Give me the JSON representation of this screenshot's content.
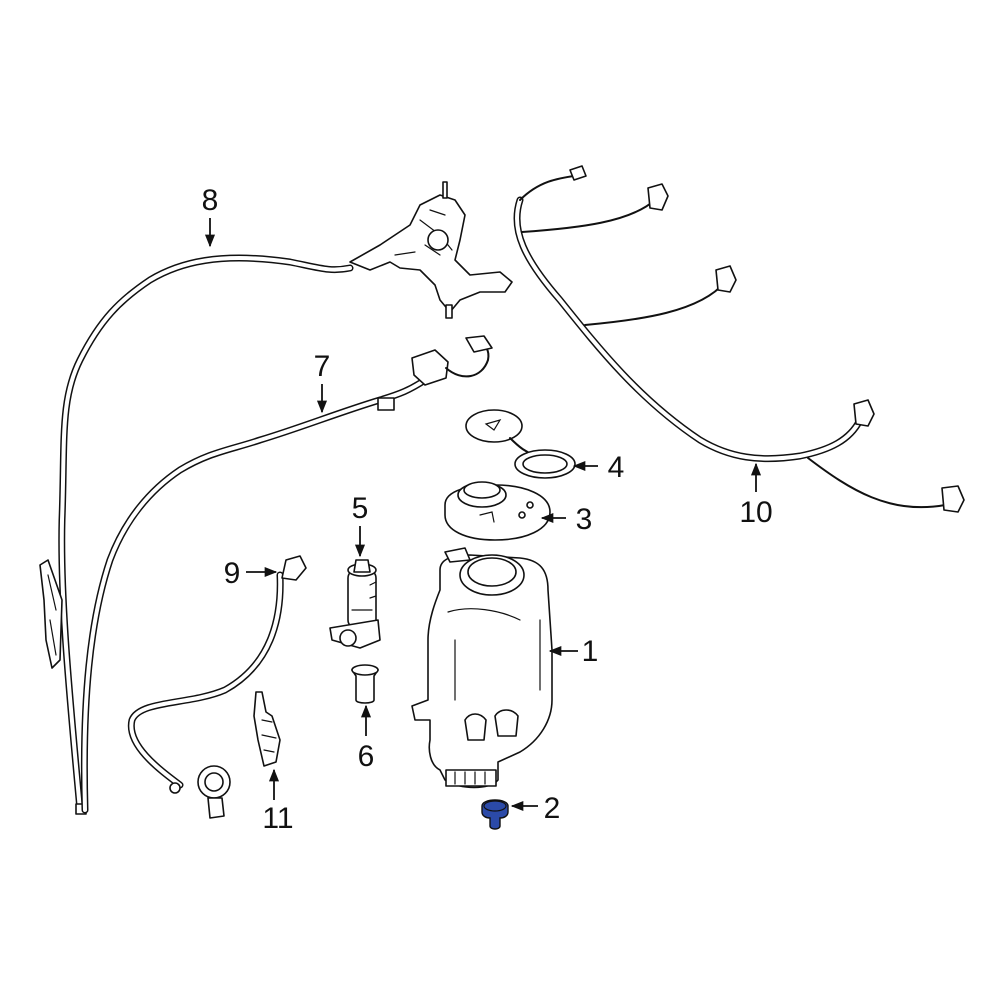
{
  "highlight_color": "#2b4aa8",
  "callouts": {
    "c1": "1",
    "c2": "2",
    "c3": "3",
    "c4": "4",
    "c5": "5",
    "c6": "6",
    "c7": "7",
    "c8": "8",
    "c9": "9",
    "c10": "10",
    "c11": "11"
  }
}
